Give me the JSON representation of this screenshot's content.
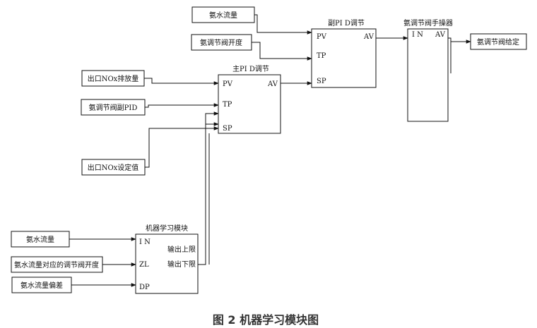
{
  "inputs": {
    "ammonia_flow_top": "氨水流量",
    "valve_opening": "氨调节阀开度",
    "outlet_nox_emission": "出口NOx排放量",
    "valve_sub_pid": "氨调节阀副PID",
    "outlet_nox_setpoint": "出口NOx设定值",
    "ammonia_flow_bottom": "氨水流量",
    "flow_valve_opening": "氨水流量对应的调节阀开度",
    "flow_deviation": "氨水流量偏差",
    "valve_output": "氨调节阀给定"
  },
  "blocks": {
    "sub_pid": {
      "title": "副PI D调节",
      "pv": "PV",
      "tp": "TP",
      "sp": "SP",
      "av": "AV"
    },
    "main_pid": {
      "title": "主PI D调节",
      "pv": "PV",
      "tp": "TP",
      "sp": "SP",
      "av": "AV"
    },
    "manual": {
      "title": "氨调节阀手操器",
      "in": "I N",
      "av": "AV"
    },
    "ml": {
      "title": "机器学习模块",
      "in": "I N",
      "zl": "ZL",
      "dp": "DP",
      "upper": "输出上限",
      "lower": "输出下限"
    }
  },
  "caption": "图 2  机器学习模块图"
}
